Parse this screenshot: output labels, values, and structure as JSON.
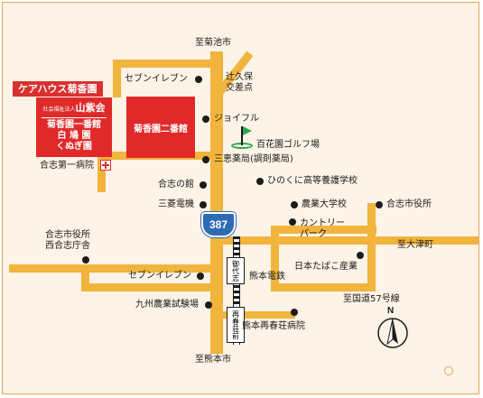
{
  "colors": {
    "background": "#fdf3e6",
    "frame": "#e8a35a",
    "road": "#f1b43d",
    "facility_red": "#e02a2a",
    "tag_red": "#d8312f",
    "route_blue": "#2f6bb3",
    "golf_green": "#2aa84a",
    "text": "#1c1c1c"
  },
  "directions": {
    "north_top": "至菊池市",
    "south_bottom": "至熊本市",
    "east": "至大津町",
    "national_route": "至国道57号線"
  },
  "route_shield": "387",
  "care_house_tag": "ケアハウス菊香園",
  "care_house_block": {
    "corp_small": "社会福祉法人",
    "corp_name": "山紫会",
    "line2": "菊香園一番館",
    "line3": "白 鳩 園",
    "line4": "くぬぎ園"
  },
  "second_building": "菊香園二番館",
  "hospital": {
    "label": "合志第一病院",
    "icon": "red-cross-icon"
  },
  "golf_icon": "golf-flag-icon",
  "compass": {
    "label": "N",
    "icon": "north-arrow-icon"
  },
  "rail": {
    "upper_station": "御代志",
    "lower_station": "再春荘前"
  },
  "places": {
    "seven_top": "セブンイレブン",
    "tsujikubo": "辻久保\n交差点",
    "joyful": "ジョイフル",
    "golf": "百花園ゴルフ場",
    "sankei": "三恵薬局(調剤薬局)",
    "koshi_yakata": "合志の館",
    "mitsubishi": "三菱電機",
    "hinokuni": "ひのくに高等養護学校",
    "nogyo": "農業大学校",
    "koshi_city_hall": "合志市役所",
    "country_park": "カントリー\nパーク",
    "koshi_west": "合志市役所\n西合志庁舎",
    "tobacco": "日本たばこ産業",
    "seven_bottom": "セブンイレブン",
    "kumamoto_dentetsu": "熊本電鉄",
    "kyushu_lab": "九州農業試験場",
    "saishunso": "熊本再春荘病院"
  }
}
